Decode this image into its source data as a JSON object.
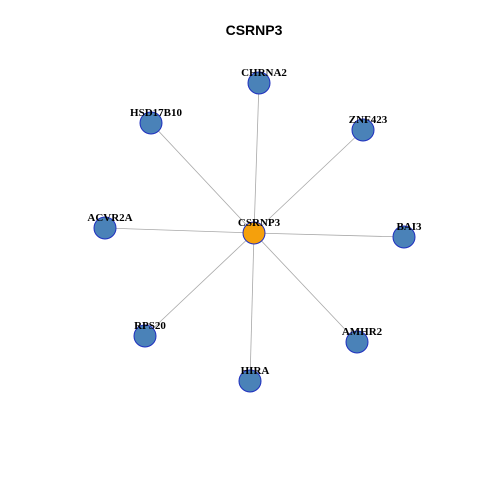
{
  "title": "CSRNP3",
  "colors": {
    "hub_fill": "#f5a00c",
    "node_fill": "#4a82b8",
    "node_border": "#1f2fbf",
    "edge": "#a8a8a8"
  },
  "network": {
    "hub": "CSRNP3",
    "nodes": [
      "CHRNA2",
      "ZNF423",
      "BAI3",
      "AMHR2",
      "HIRA",
      "RPS20",
      "ACVR2A",
      "HSD17B10"
    ],
    "edges": [
      [
        "CSRNP3",
        "CHRNA2"
      ],
      [
        "CSRNP3",
        "ZNF423"
      ],
      [
        "CSRNP3",
        "BAI3"
      ],
      [
        "CSRNP3",
        "AMHR2"
      ],
      [
        "CSRNP3",
        "HIRA"
      ],
      [
        "CSRNP3",
        "RPS20"
      ],
      [
        "CSRNP3",
        "ACVR2A"
      ],
      [
        "CSRNP3",
        "HSD17B10"
      ]
    ]
  }
}
